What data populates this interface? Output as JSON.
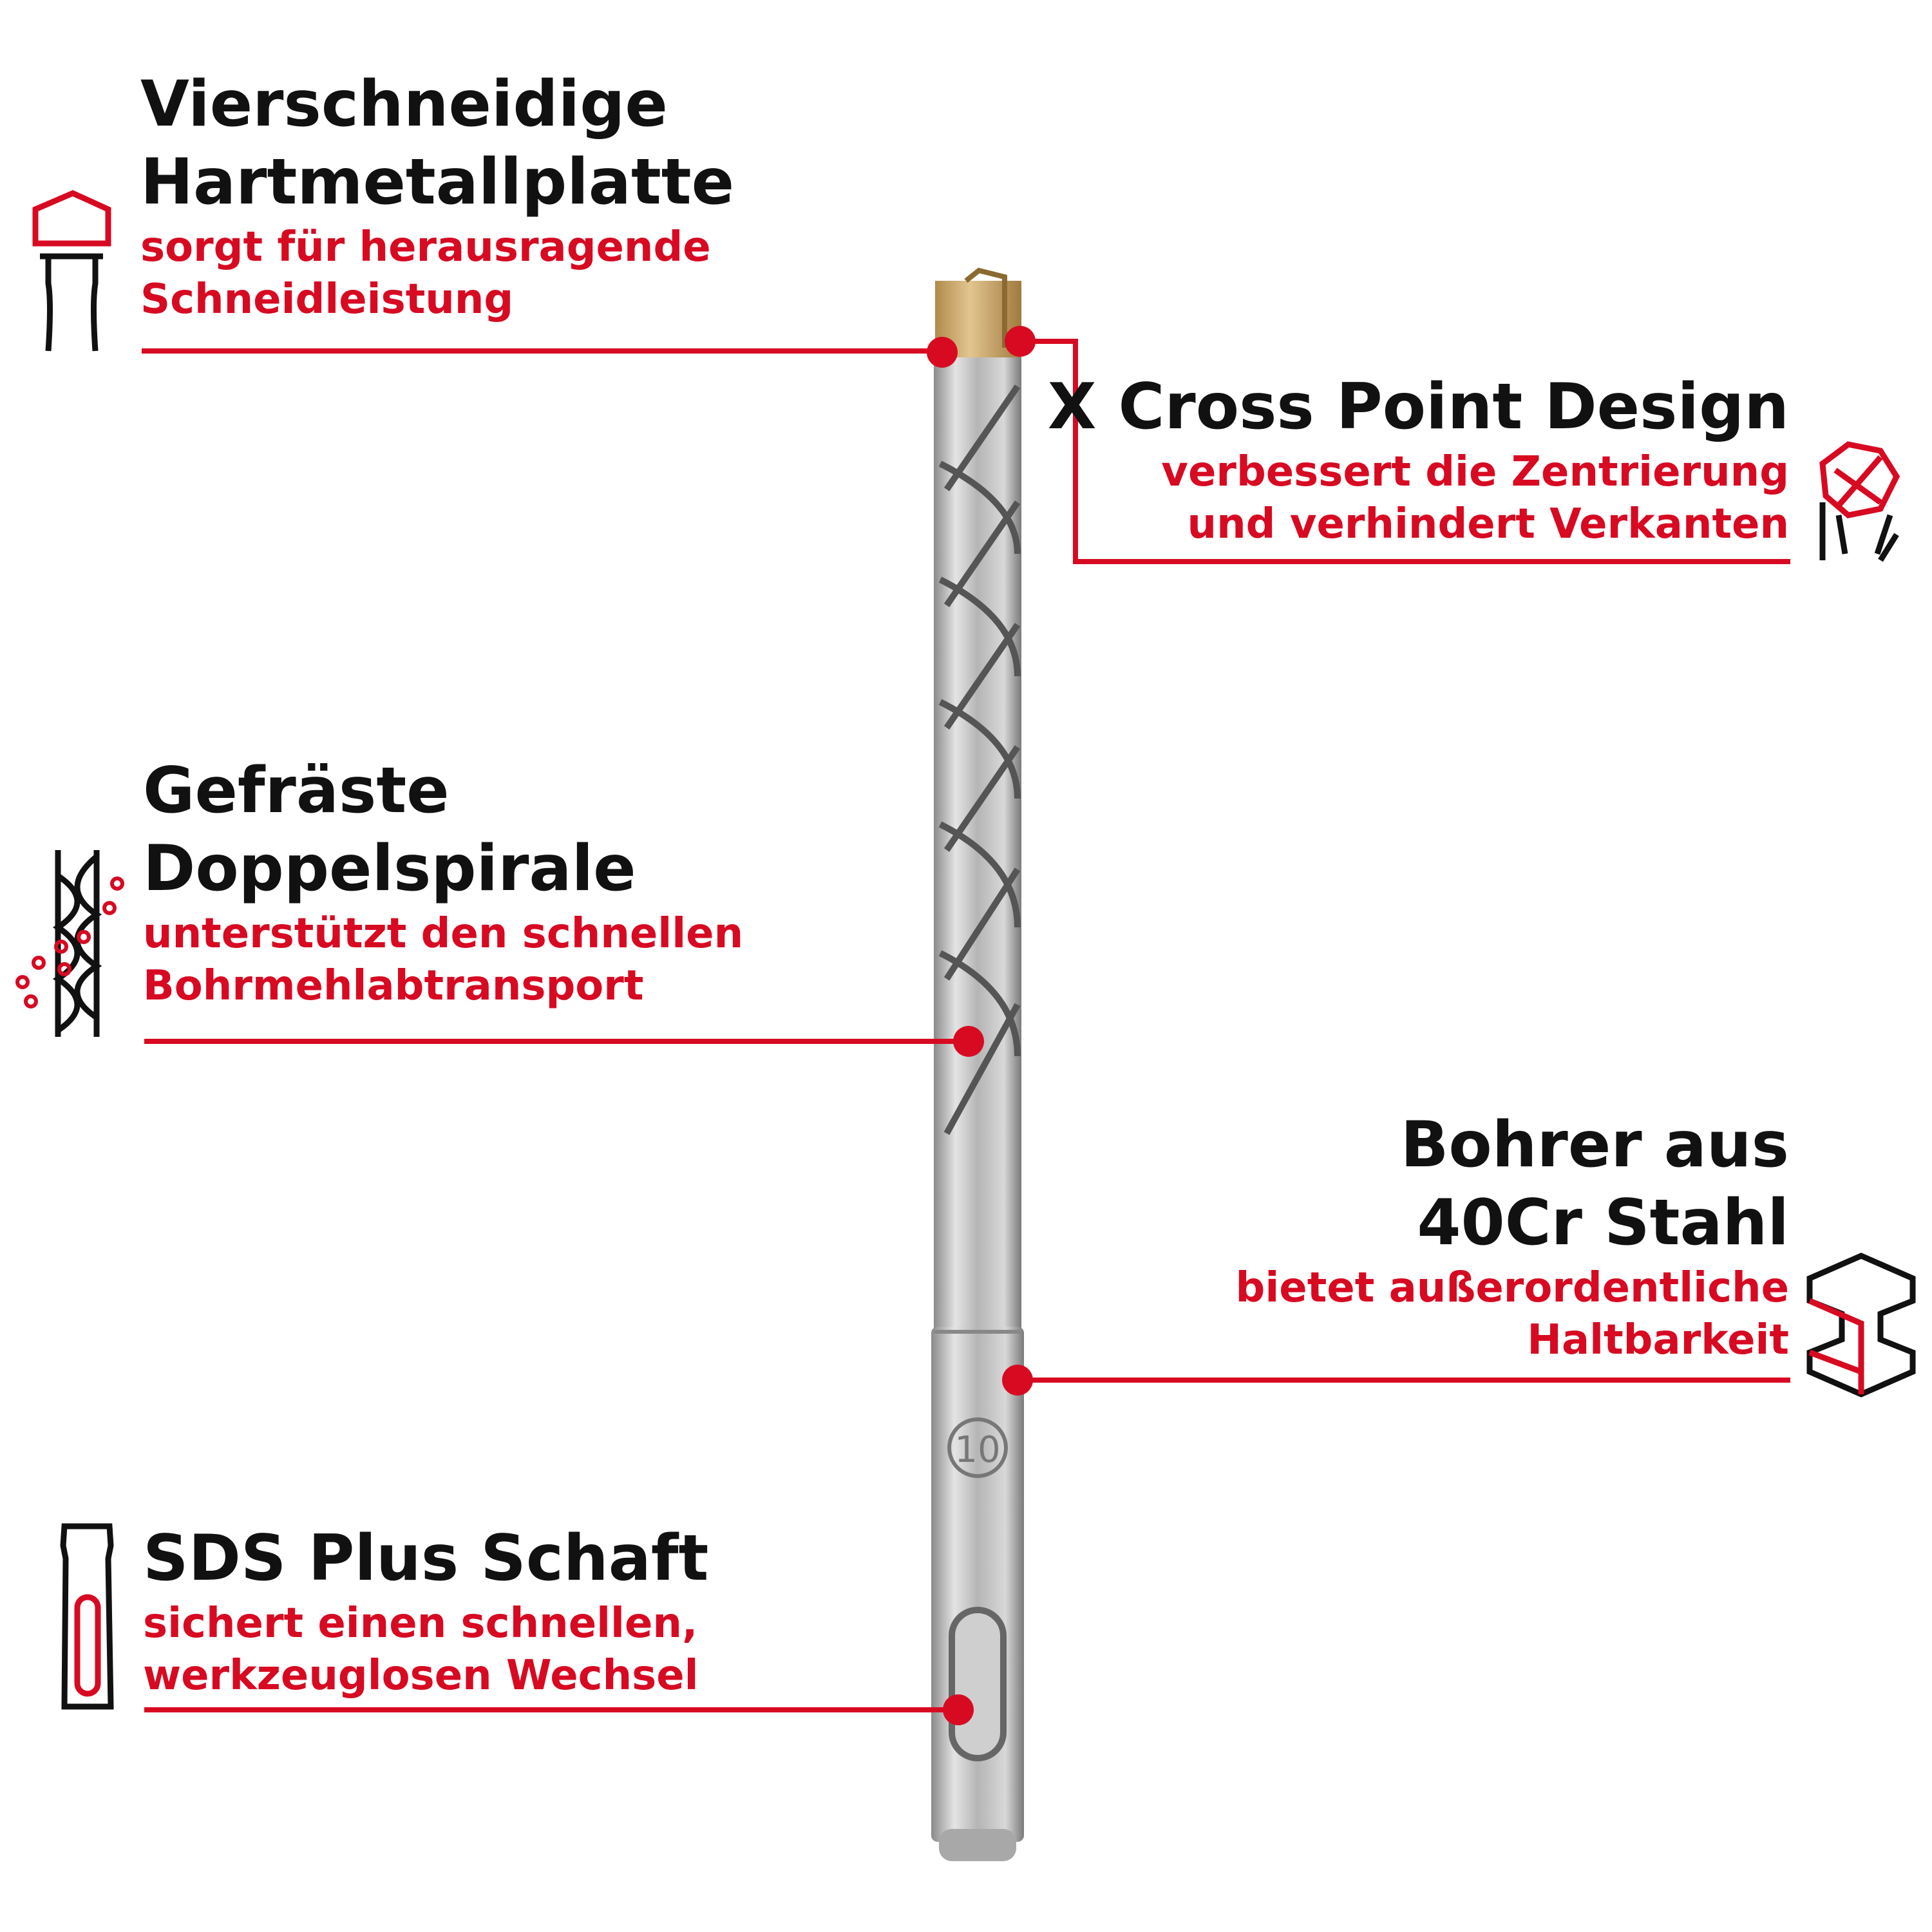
{
  "accent_color": "#d70a22",
  "features": [
    {
      "title_lines": [
        "Vierschneidige",
        "Hartmetallplatte"
      ],
      "subtitle_lines": [
        "sorgt für herausragende",
        "Schneidleistung"
      ],
      "icon": "carbide-tip-icon"
    },
    {
      "title_lines": [
        "X Cross Point Design"
      ],
      "subtitle_lines": [
        "verbessert die Zentrierung",
        "und verhindert Verkanten"
      ],
      "icon": "cross-point-icon"
    },
    {
      "title_lines": [
        "Gefräste",
        "Doppelspirale"
      ],
      "subtitle_lines": [
        "unterstützt den schnellen",
        "Bohrmehlabtransport"
      ],
      "icon": "double-spiral-icon"
    },
    {
      "title_lines": [
        "Bohrer aus",
        "40Cr Stahl"
      ],
      "subtitle_lines": [
        "bietet außerordentliche",
        "Haltbarkeit"
      ],
      "icon": "steel-beam-icon"
    },
    {
      "title_lines": [
        "SDS Plus Schaft"
      ],
      "subtitle_lines": [
        "sichert einen schnellen,",
        "werkzeuglosen Wechsel"
      ],
      "icon": "sds-shank-icon"
    }
  ],
  "drill": {
    "size_marking": "10"
  }
}
